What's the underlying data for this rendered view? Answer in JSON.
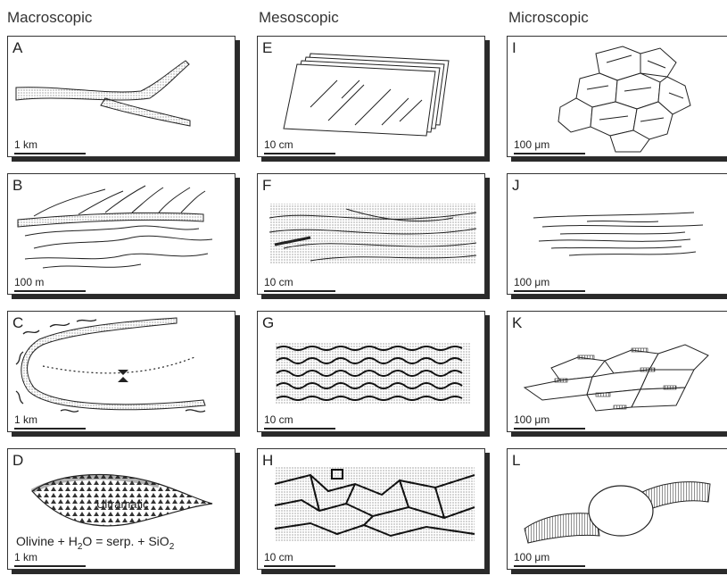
{
  "columns": {
    "macroscopic": "Macroscopic",
    "mesoscopic": "Mesoscopic",
    "microscopic": "Microscopic"
  },
  "panels": {
    "A": {
      "letter": "A",
      "scale": "1 km"
    },
    "B": {
      "letter": "B",
      "scale": "100 m"
    },
    "C": {
      "letter": "C",
      "scale": "1 km"
    },
    "D": {
      "letter": "D",
      "scale": "1 km",
      "label": "Ultramafic",
      "equation": {
        "part1": "Olivine + H",
        "sub1": "2",
        "part2": "O = serp. + SiO",
        "sub2": "2"
      }
    },
    "E": {
      "letter": "E",
      "scale": "10 cm"
    },
    "F": {
      "letter": "F",
      "scale": "10 cm"
    },
    "G": {
      "letter": "G",
      "scale": "10 cm"
    },
    "H": {
      "letter": "H",
      "scale": "10 cm"
    },
    "I": {
      "letter": "I",
      "scale": "100 μm"
    },
    "J": {
      "letter": "J",
      "scale": "100 μm"
    },
    "K": {
      "letter": "K",
      "scale": "100 μm"
    },
    "L": {
      "letter": "L",
      "scale": "100 μm"
    }
  }
}
